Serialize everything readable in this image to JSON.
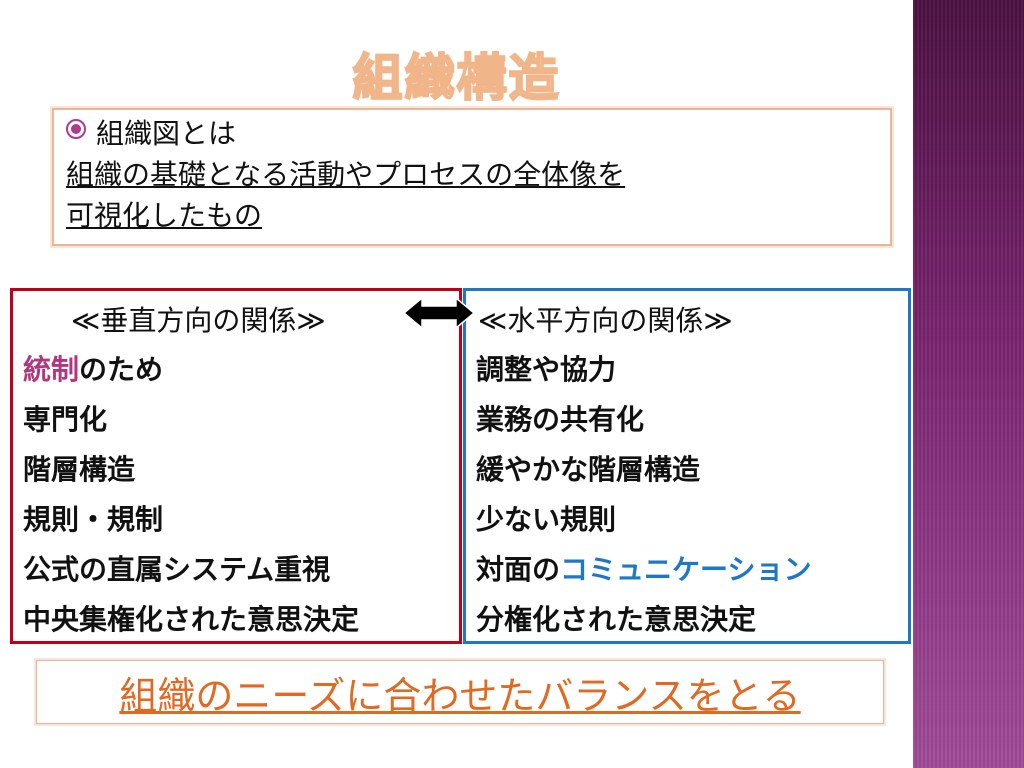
{
  "title": "組織構造",
  "definition": {
    "line1": "組織図とは",
    "line2": "組織の基礎となる活動やプロセスの全体像を",
    "line3": "可視化したもの"
  },
  "vertical": {
    "heading": "≪垂直方向の関係≫",
    "item1_highlight": "統制",
    "item1_rest": "のため",
    "item2": "専門化",
    "item3": "階層構造",
    "item4": "規則・規制",
    "item5": "公式の直属システム重視",
    "item6": "中央集権化された意思決定"
  },
  "horizontal": {
    "heading": "≪水平方向の関係≫",
    "item1": "調整や協力",
    "item2": "業務の共有化",
    "item3": "緩やかな階層構造",
    "item4": "少ない規則",
    "item5_prefix": "対面の",
    "item5_highlight": "コミュニケーション",
    "item6": "分権化された意思決定"
  },
  "conclusion": "組織のニーズに合わせたバランスをとる",
  "icons": {
    "bullet": "radio-bullet-icon",
    "arrow": "double-arrow-icon"
  },
  "colors": {
    "vertical_border": "#c0001a",
    "horizontal_border": "#1f78c6",
    "highlight_pink": "#b0367e",
    "highlight_blue": "#1f78c6",
    "conclusion_text": "#e06a24",
    "side_band": "#7a2470"
  }
}
